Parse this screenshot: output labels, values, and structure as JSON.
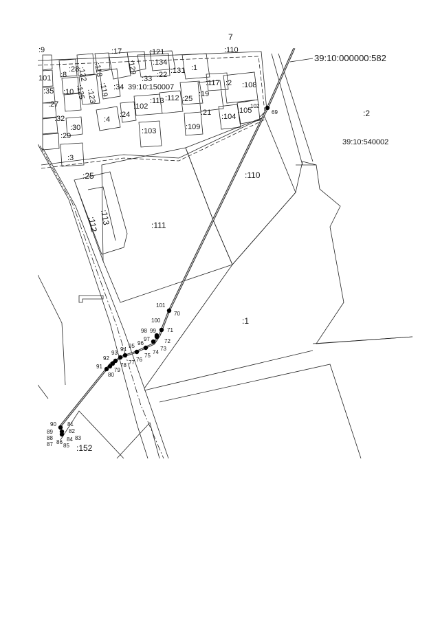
{
  "page_number": "7",
  "callouts": {
    "cable_cadastral": "39:10:000000:582",
    "quarter_id": "39:10:540002",
    "quarter_parcel": ":2"
  },
  "parcels_top": [
    ":9",
    ":122",
    ":118",
    ":17",
    ":121",
    ":110",
    "101",
    ":8",
    ":28",
    ":134",
    ":129",
    ":1",
    ":131",
    ":22",
    ":35",
    ":10",
    ":125",
    ":123",
    ":119",
    ":34",
    "39:10:150007",
    ":33",
    ":117",
    ":2",
    ":108",
    ":27",
    ":102",
    ":113",
    ":112",
    ":25",
    ":19",
    ":32",
    ":30",
    ":4",
    ":24",
    ":21",
    ":104",
    ":105",
    ":29",
    ":103",
    ":109",
    ":3"
  ],
  "parcels_main": [
    ":25",
    ":110",
    ":112",
    ":113",
    ":111",
    ":1",
    ":152"
  ],
  "points": [
    "69",
    "102",
    "101",
    "70",
    "100",
    "71",
    "98",
    "99",
    "72",
    "97",
    "73",
    "96",
    "74",
    "95",
    "75",
    "94",
    "76",
    "93",
    "77",
    "78",
    "92",
    "79",
    "91",
    "80",
    "90",
    "81",
    "89",
    "82",
    "88",
    "84",
    "83",
    "86",
    "87",
    "85"
  ],
  "colors": {
    "line": "#222222",
    "cable": "#333333",
    "point": "#000000"
  }
}
